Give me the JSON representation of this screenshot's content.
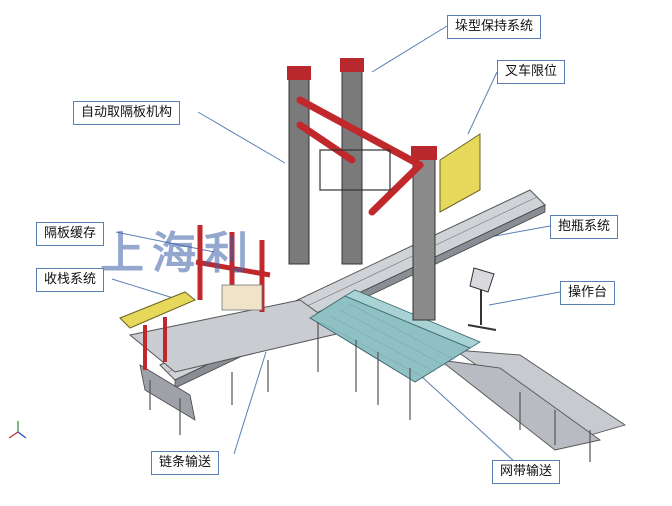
{
  "labels": {
    "stack_keeping": "垛型保持系统",
    "fork_limit": "叉车限位",
    "auto_separator": "自动取隔板机构",
    "separator_buffer": "隔板缓存",
    "stack_collect": "收栈系统",
    "bottle_gripper": "抱瓶系统",
    "operator_station": "操作台",
    "chain_conveyor": "链条输送",
    "mesh_conveyor": "网带输送"
  },
  "watermark": "上海利",
  "colors": {
    "frame_red": "#c0282c",
    "column_gray": "#6e6e6e",
    "mesh_teal": "#8fc0c4",
    "yellow_guard": "#e6d85a",
    "callout_border": "#5a7fb3",
    "watermark_blue": "#3c5fa8"
  }
}
